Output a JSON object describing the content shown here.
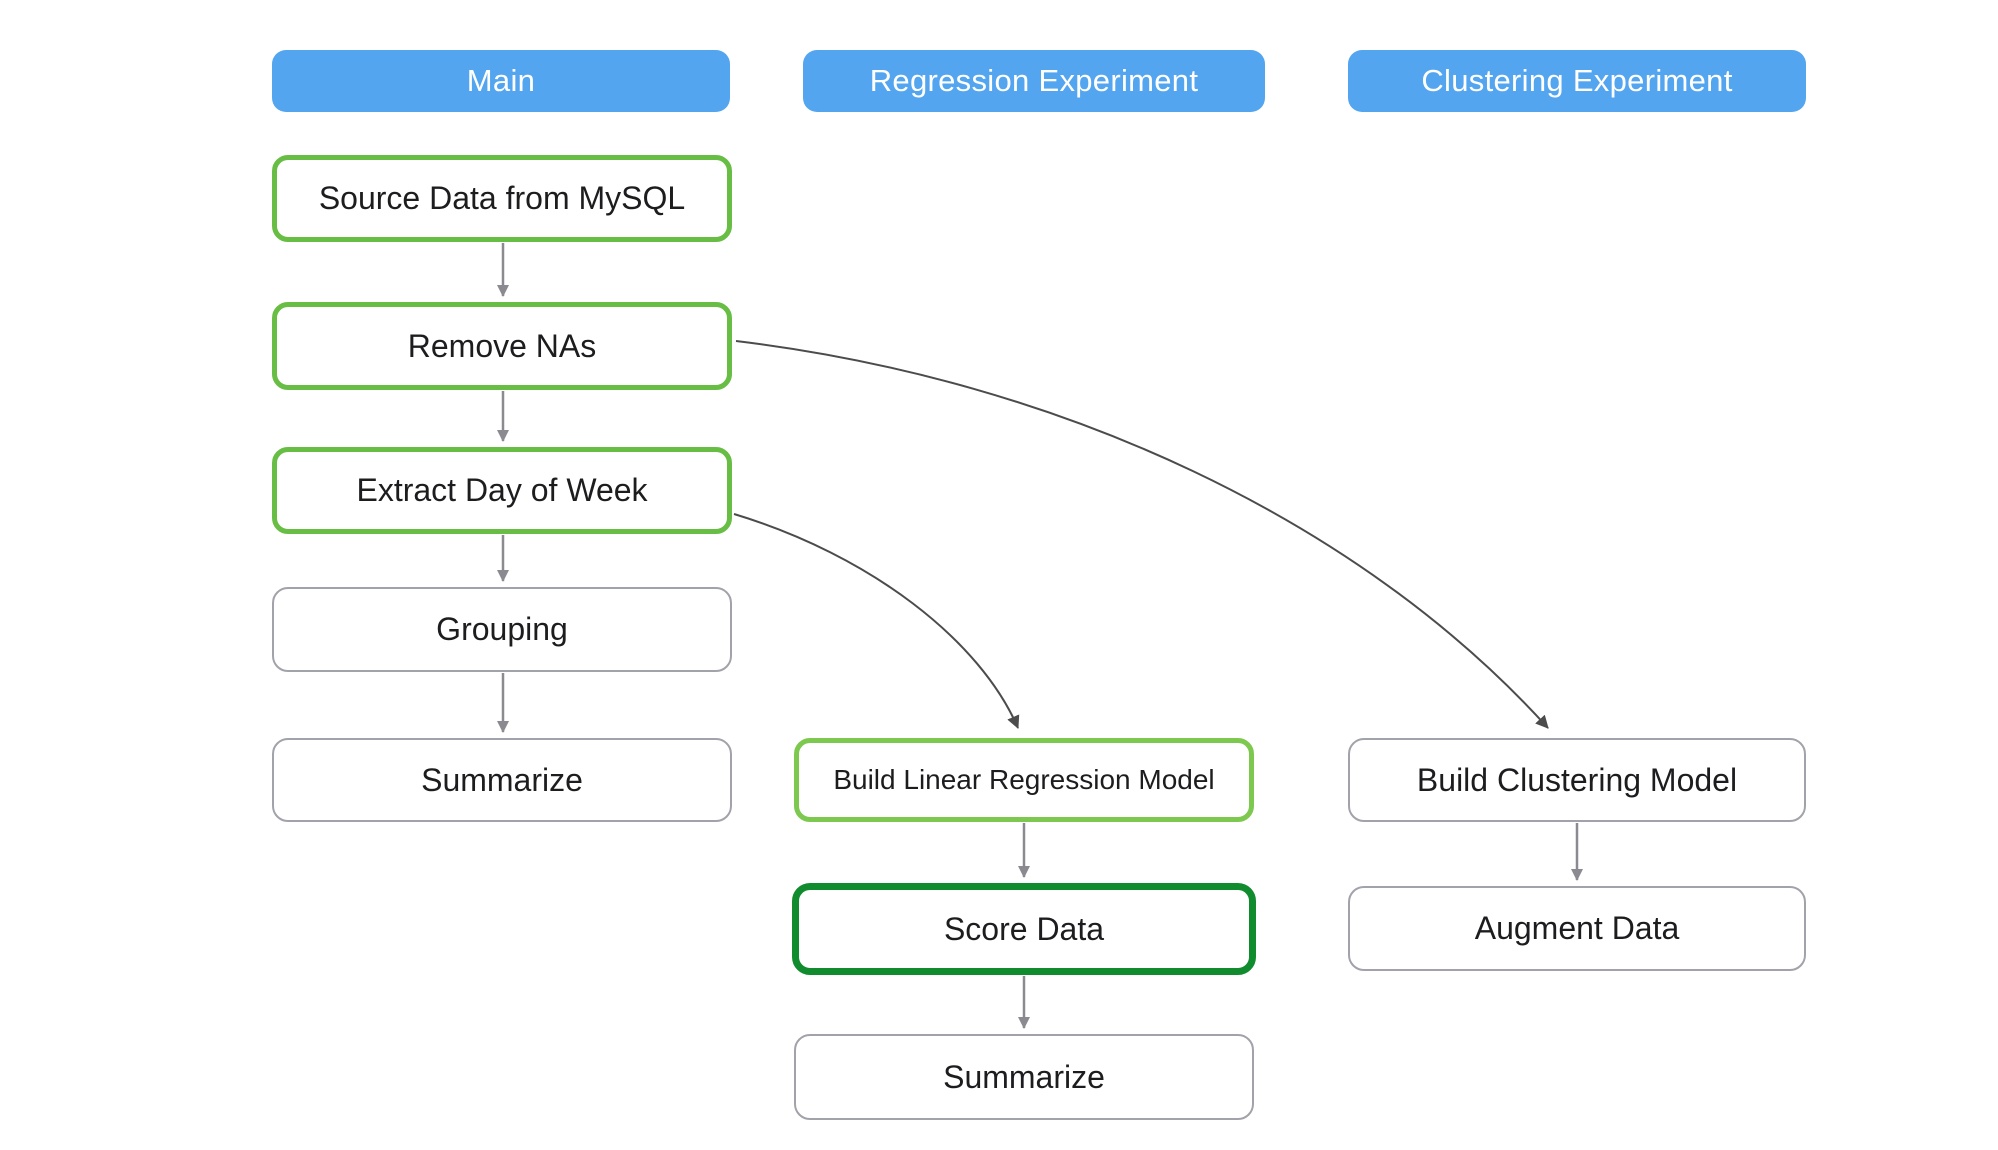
{
  "theme": {
    "canvasBg": "#ffffff",
    "headerBlue": "#54a5f0",
    "headerText": "#ffffff",
    "nodeBg": "#ffffff",
    "nodeText": "#1d1d1f",
    "greenBorder": "#68bd44",
    "lightGreenBorder": "#7dc94f",
    "darkGreenBorder": "#108c2e",
    "grayBorder": "#a2a2aa",
    "arrowGray": "#8a8a90",
    "edgeDark": "#4c4c4c"
  },
  "diagram": {
    "columns": [
      {
        "header": {
          "label": "Main"
        },
        "nodes": [
          {
            "label": "Source Data from MySQL",
            "border": "green"
          },
          {
            "label": "Remove NAs",
            "border": "green"
          },
          {
            "label": "Extract Day of Week",
            "border": "green"
          },
          {
            "label": "Grouping",
            "border": "gray"
          },
          {
            "label": "Summarize",
            "border": "gray"
          }
        ]
      },
      {
        "header": {
          "label": "Regression Experiment"
        },
        "nodes": [
          {
            "label": "Build Linear Regression Model",
            "border": "light-green"
          },
          {
            "label": "Score Data",
            "border": "dark-green"
          },
          {
            "label": "Summarize",
            "border": "gray"
          }
        ]
      },
      {
        "header": {
          "label": "Clustering Experiment"
        },
        "nodes": [
          {
            "label": "Build Clustering Model",
            "border": "gray"
          },
          {
            "label": "Augment Data",
            "border": "gray"
          }
        ]
      }
    ],
    "edges": [
      {
        "from": "Source Data from MySQL",
        "to": "Remove NAs"
      },
      {
        "from": "Remove NAs",
        "to": "Extract Day of Week"
      },
      {
        "from": "Extract Day of Week",
        "to": "Grouping"
      },
      {
        "from": "Grouping",
        "to": "Summarize"
      },
      {
        "from": "Remove NAs",
        "to": "Build Clustering Model"
      },
      {
        "from": "Extract Day of Week",
        "to": "Build Linear Regression Model"
      },
      {
        "from": "Build Linear Regression Model",
        "to": "Score Data"
      },
      {
        "from": "Score Data",
        "to": "Summarize"
      },
      {
        "from": "Build Clustering Model",
        "to": "Augment Data"
      }
    ]
  }
}
